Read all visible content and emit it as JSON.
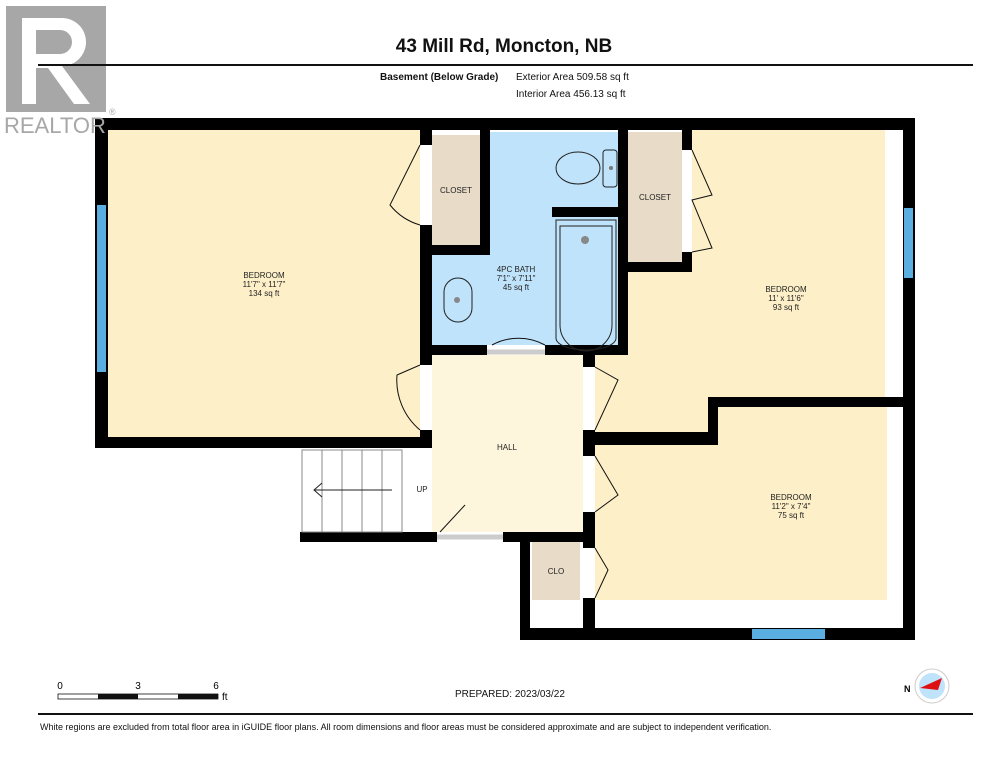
{
  "header": {
    "title": "43 Mill Rd, Moncton, NB",
    "level": "Basement (Below Grade)",
    "exterior_area": "Exterior Area 509.58 sq ft",
    "interior_area": "Interior Area 456.13 sq ft"
  },
  "logo": {
    "text": "REALTOR",
    "mark": "®"
  },
  "rooms": [
    {
      "name": "BEDROOM",
      "dims": "11'7\" x 11'7\"",
      "area": "134 sq ft"
    },
    {
      "name": "4PC BATH",
      "dims": "7'1\" x 7'11\"",
      "area": "45 sq ft"
    },
    {
      "name": "BEDROOM",
      "dims": "11' x 11'6\"",
      "area": "93 sq ft"
    },
    {
      "name": "BEDROOM",
      "dims": "11'2\" x 7'4\"",
      "area": "75 sq ft"
    },
    {
      "name": "HALL"
    },
    {
      "name": "CLOSET"
    },
    {
      "name": "CLOSET"
    },
    {
      "name": "CLO"
    }
  ],
  "stairs_label": "UP",
  "scale": {
    "ticks": [
      "0",
      "3",
      "6"
    ],
    "unit": "ft"
  },
  "compass": {
    "label": "N"
  },
  "footer": {
    "prepared": "PREPARED: 2023/03/22",
    "disclaimer": "White regions are excluded from total floor area in iGUIDE floor plans. All room dimensions and floor areas must be considered approximate and are subject to independent verification."
  },
  "colors": {
    "bedroom": "#fdf0c8",
    "bath": "#bfe3fa",
    "closet": "#e8dcc8",
    "hall": "#fdf6dc",
    "wall": "#000000",
    "window": "#5aaee0"
  }
}
